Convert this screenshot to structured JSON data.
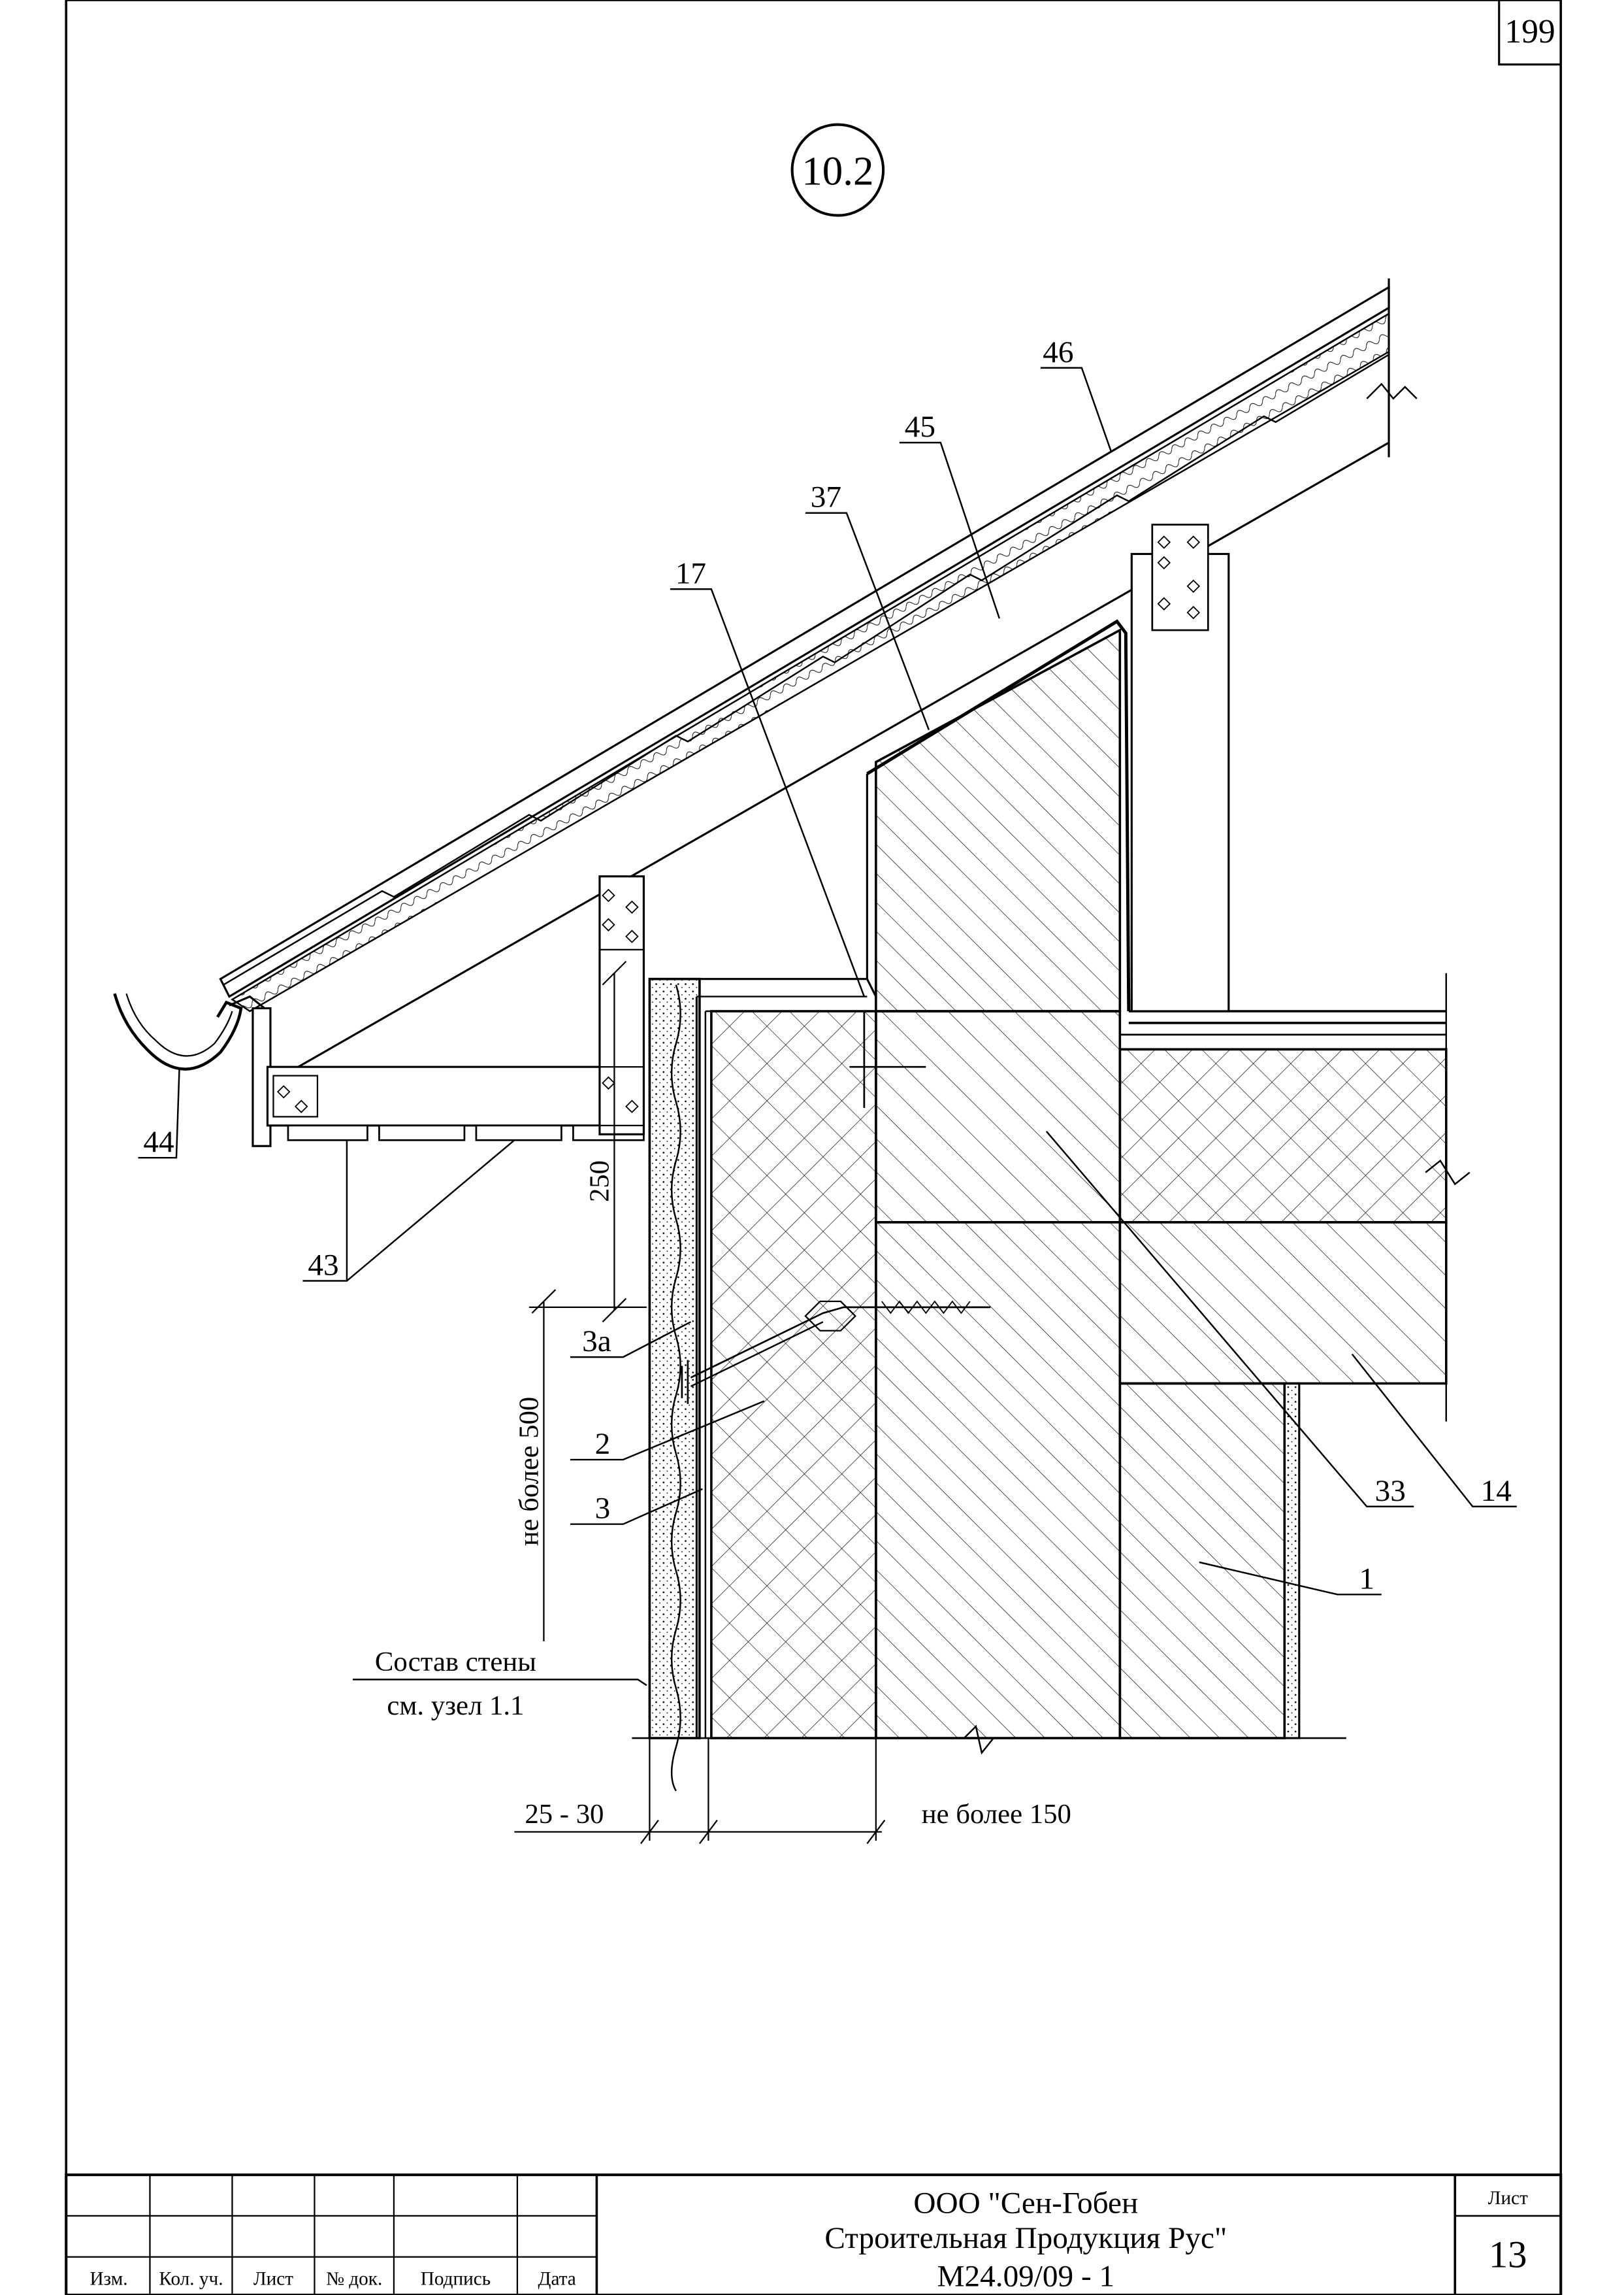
{
  "page_number": "199",
  "detail_number": "10.2",
  "callouts": {
    "c46": "46",
    "c45": "45",
    "c37": "37",
    "c17": "17",
    "c44": "44",
    "c43": "43",
    "c3a": "3а",
    "c2": "2",
    "c3": "3",
    "c33": "33",
    "c14": "14",
    "c1": "1"
  },
  "dimensions": {
    "d250": "250",
    "max500": "не более 500",
    "d25_30": "25 - 30",
    "max150": "не более 150"
  },
  "note": {
    "line1": "Состав стены",
    "line2": "см. узел 1.1"
  },
  "title_block": {
    "columns": [
      "Изм.",
      "Кол. уч.",
      "Лист",
      "№ док.",
      "Подпись",
      "Дата"
    ],
    "company_line1": "ООО \"Сен-Гобен",
    "company_line2": "Строительная Продукция Рус\"",
    "doc_code": "М24.09/09 - 1",
    "sheet_label": "Лист",
    "sheet_number": "13"
  }
}
